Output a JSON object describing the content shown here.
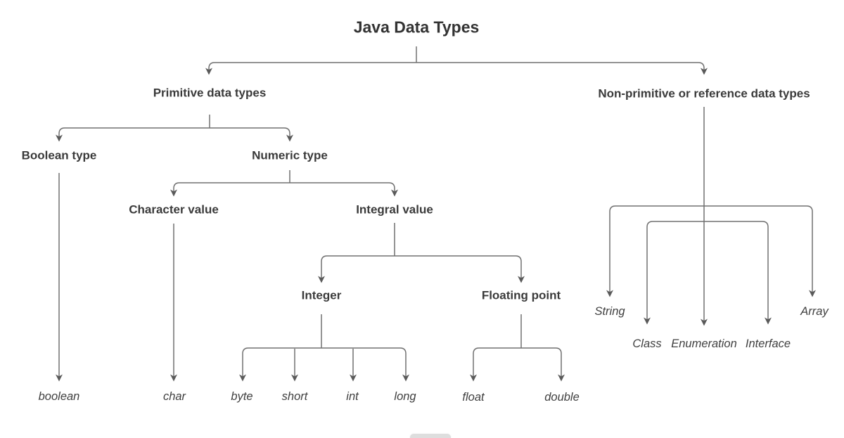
{
  "diagram": {
    "title": "Java Data Types",
    "branches": {
      "primitive": "Primitive data types",
      "non_primitive": "Non-primitive or reference data types",
      "boolean_type": "Boolean type",
      "numeric_type": "Numeric type",
      "character_value": "Character value",
      "integral_value": "Integral value",
      "integer": "Integer",
      "floating_point": "Floating point"
    },
    "leaves": {
      "boolean": "boolean",
      "char": "char",
      "byte": "byte",
      "short": "short",
      "int": "int",
      "long": "long",
      "float": "float",
      "double": "double",
      "string": "String",
      "class": "Class",
      "enumeration": "Enumeration",
      "interface": "Interface",
      "array": "Array"
    },
    "colors": {
      "line": "#707070",
      "arrowhead": "#5a5a5a",
      "text": "#3a3a3a",
      "background": "#ffffff"
    }
  }
}
